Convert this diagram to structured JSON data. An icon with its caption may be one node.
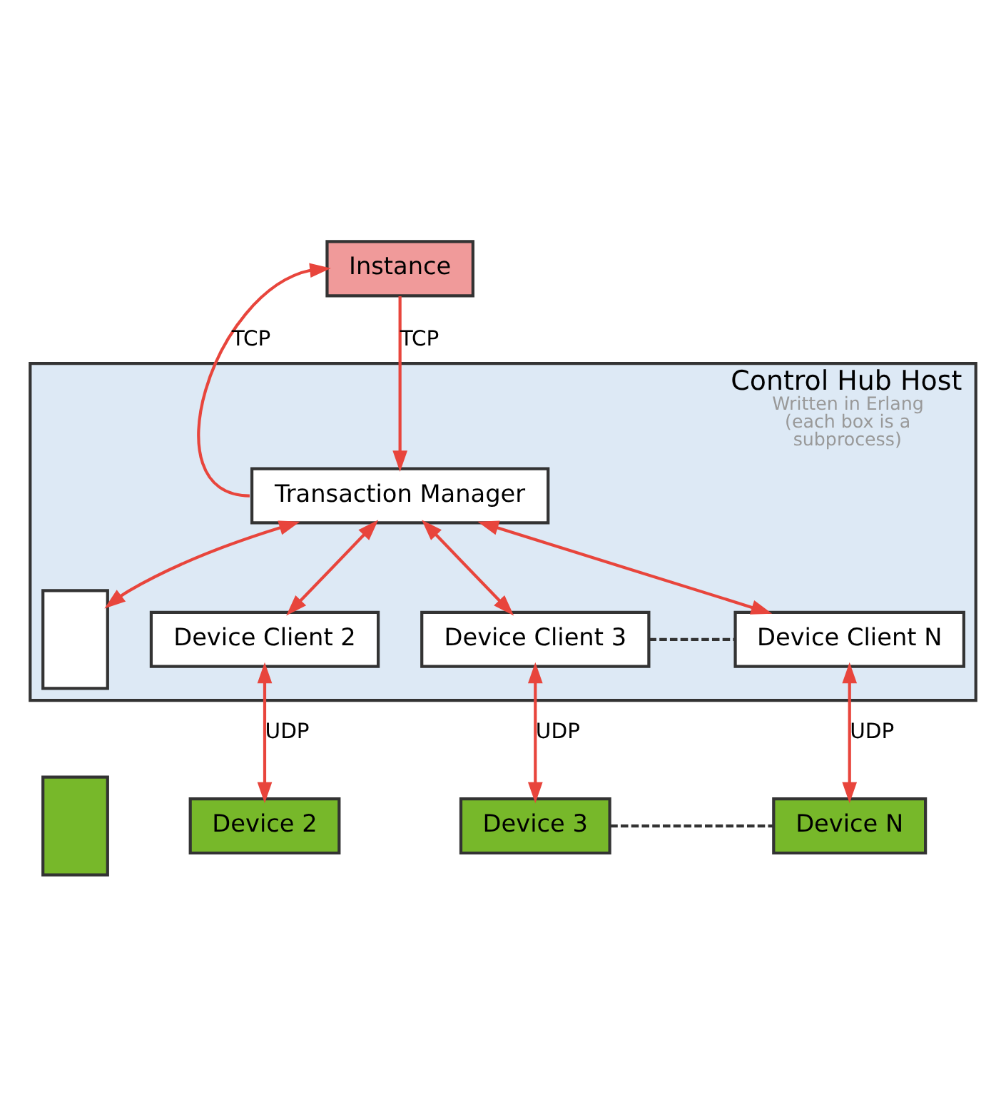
{
  "diagram": {
    "nodes": [
      {
        "text": [
          "Control Hub Host",
          "Written in Erlang (each box is a subprocess)"
        ]
      },
      {
        "text": [
          "Instance"
        ]
      },
      {
        "text": [
          "Transaction Manager"
        ],
        "in": 0
      },
      {
        "text": [],
        "shape": "box",
        "in": 0
      },
      {
        "text": [
          "Device Client 2"
        ],
        "in": 0
      },
      {
        "text": [
          "Device Client 3"
        ],
        "in": 0
      },
      {
        "text": [
          "Device Client N"
        ],
        "in": 0
      },
      {
        "text": [],
        "shape": "box"
      },
      {
        "text": [
          "Device 2"
        ]
      },
      {
        "text": [
          "Device 3"
        ]
      },
      {
        "text": [
          "Device N"
        ]
      }
    ],
    "edges": [
      {
        "from": 1,
        "to": 2,
        "arrow": "to",
        "label": "TCP"
      },
      {
        "from": 2,
        "to": 1,
        "arrow": "to",
        "label": "TCP"
      },
      {
        "from": 2,
        "to": 3,
        "arrow": "both"
      },
      {
        "from": 2,
        "to": 4,
        "arrow": "both"
      },
      {
        "from": 2,
        "to": 5,
        "arrow": "both"
      },
      {
        "from": 2,
        "to": 6,
        "arrow": "both"
      },
      {
        "from": 5,
        "to": 6,
        "arrow": "none",
        "style": "dashed",
        "color": "#333333"
      },
      {
        "from": 4,
        "to": 8,
        "arrow": "both",
        "label": "UDP"
      },
      {
        "from": 5,
        "to": 9,
        "arrow": "both",
        "label": "UDP"
      },
      {
        "from": 6,
        "to": 10,
        "arrow": "both",
        "label": "UDP"
      },
      {
        "from": 9,
        "to": 10,
        "arrow": "none",
        "style": "dashed",
        "color": "#333333"
      }
    ]
  }
}
